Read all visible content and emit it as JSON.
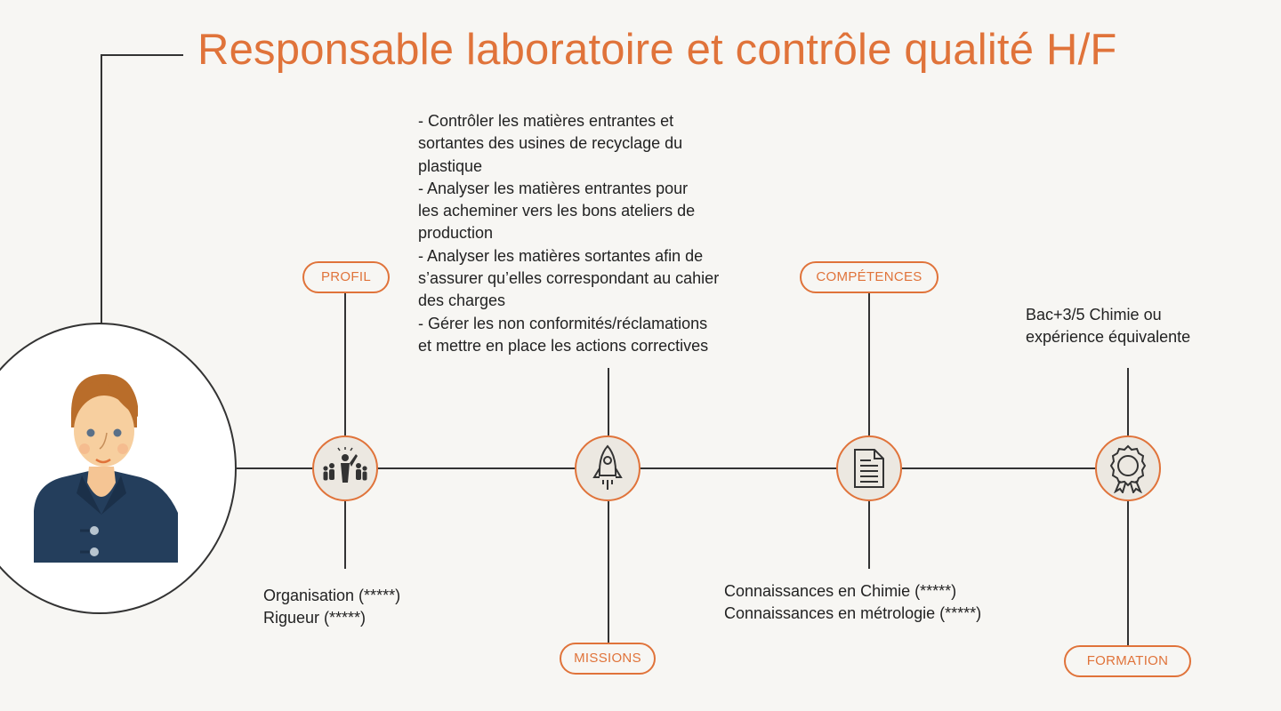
{
  "title": "Responsable laboratoire et contrôle qualité H/F",
  "colors": {
    "accent": "#e0733a",
    "line": "#333333",
    "background": "#f7f6f3",
    "node_fill": "#ece8e1"
  },
  "sections": {
    "profil": {
      "label": "PROFIL",
      "icon": "team-leader-icon",
      "text": "Organisation (*****)\nRigueur (*****)"
    },
    "missions": {
      "label": "MISSIONS",
      "icon": "rocket-icon",
      "text": " - Contrôler les matières entrantes et\nsortantes des usines de recyclage du\nplastique\n - Analyser les matières entrantes pour\nles acheminer vers les bons ateliers de\nproduction\n - Analyser les matières sortantes afin de\ns’assurer qu’elles correspondant au cahier\ndes charges\n - Gérer les non conformités/réclamations\net mettre en place les actions correctives"
    },
    "competences": {
      "label": "COMPÉTENCES",
      "icon": "document-icon",
      "text": "Connaissances en Chimie (*****)\nConnaissances en métrologie (*****)"
    },
    "formation": {
      "label": "FORMATION",
      "icon": "certificate-badge-icon",
      "text": "Bac+3/5 Chimie ou\nexpérience équivalente"
    }
  }
}
